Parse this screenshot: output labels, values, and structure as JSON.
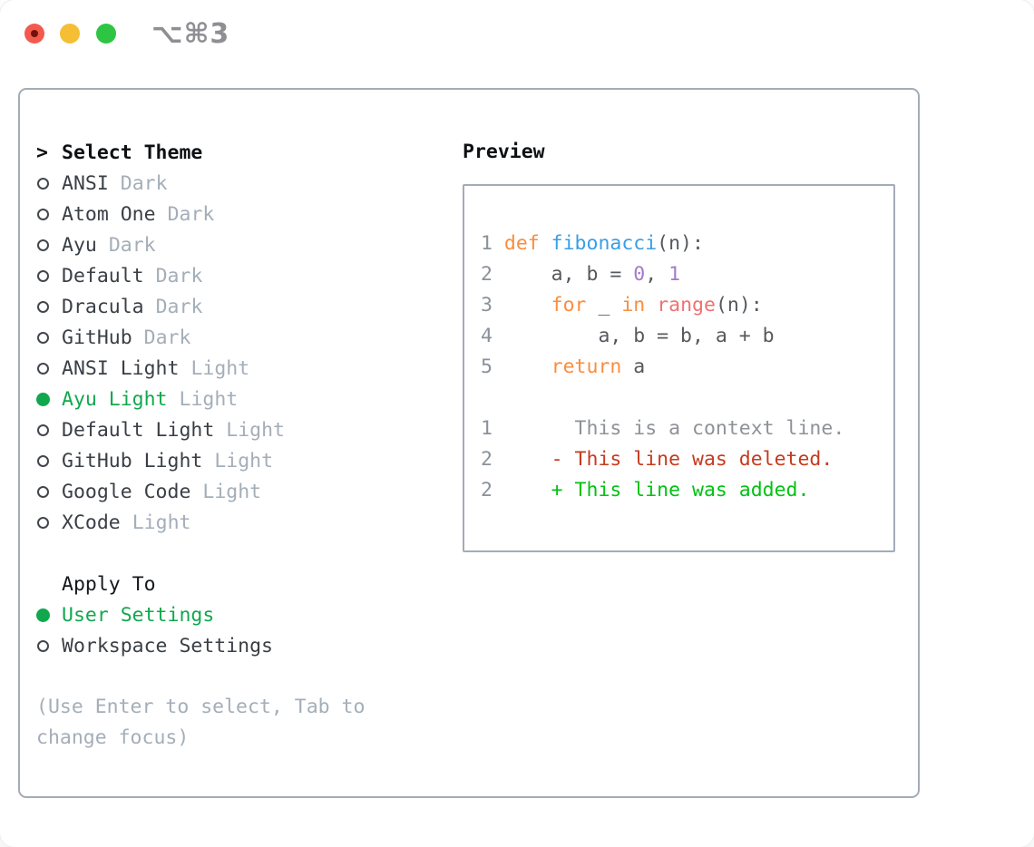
{
  "window": {
    "title": "⌥⌘3"
  },
  "titlebar": {
    "buttons": [
      "close",
      "minimize",
      "zoom"
    ]
  },
  "theme_picker": {
    "header": {
      "prefix": ">",
      "label": "Select Theme"
    },
    "themes": [
      {
        "name": "ANSI",
        "variant": "Dark",
        "selected": false
      },
      {
        "name": "Atom One",
        "variant": "Dark",
        "selected": false
      },
      {
        "name": "Ayu",
        "variant": "Dark",
        "selected": false
      },
      {
        "name": "Default",
        "variant": "Dark",
        "selected": false
      },
      {
        "name": "Dracula",
        "variant": "Dark",
        "selected": false
      },
      {
        "name": "GitHub",
        "variant": "Dark",
        "selected": false
      },
      {
        "name": "ANSI Light",
        "variant": "Light",
        "selected": false
      },
      {
        "name": "Ayu Light",
        "variant": "Light",
        "selected": true
      },
      {
        "name": "Default Light",
        "variant": "Light",
        "selected": false
      },
      {
        "name": "GitHub Light",
        "variant": "Light",
        "selected": false
      },
      {
        "name": "Google Code",
        "variant": "Light",
        "selected": false
      },
      {
        "name": "XCode",
        "variant": "Light",
        "selected": false
      }
    ],
    "apply_to": {
      "label": "Apply To",
      "options": [
        {
          "name": "User Settings",
          "selected": true
        },
        {
          "name": "Workspace Settings",
          "selected": false
        }
      ]
    },
    "help_lines": [
      "(Use Enter to select, Tab to",
      "change focus)"
    ]
  },
  "preview": {
    "label": "Preview",
    "code_lines": [
      [
        [
          "1 ",
          "gut"
        ],
        [
          "def ",
          "kw"
        ],
        [
          "fibonacci",
          "fn"
        ],
        [
          "(n):",
          "fg"
        ]
      ],
      [
        [
          "2 ",
          "gut"
        ],
        [
          "    a, b = ",
          "fg"
        ],
        [
          "0",
          "num"
        ],
        [
          ", ",
          "fg"
        ],
        [
          "1",
          "num"
        ]
      ],
      [
        [
          "3 ",
          "gut"
        ],
        [
          "    ",
          "fg"
        ],
        [
          "for",
          "kw"
        ],
        [
          " _ ",
          "fg"
        ],
        [
          "in",
          "kw"
        ],
        [
          " ",
          "fg"
        ],
        [
          "range",
          "call"
        ],
        [
          "(n):",
          "fg"
        ]
      ],
      [
        [
          "4 ",
          "gut"
        ],
        [
          "        a, b = b, a + b",
          "fg"
        ]
      ],
      [
        [
          "5 ",
          "gut"
        ],
        [
          "    ",
          "fg"
        ],
        [
          "return",
          "kw"
        ],
        [
          " a",
          "fg"
        ]
      ],
      [],
      [
        [
          "1 ",
          "gut"
        ],
        [
          "      This is a context line.",
          "ctx"
        ]
      ],
      [
        [
          "2 ",
          "gut"
        ],
        [
          "    - This line was deleted.",
          "del"
        ]
      ],
      [
        [
          "2 ",
          "gut"
        ],
        [
          "    + This line was added.",
          "add"
        ]
      ]
    ]
  },
  "colors": {
    "accent_green": "#10A84D",
    "added_green": "#00C213",
    "deleted_red": "#C63A1E",
    "keyword_orange": "#FA8D3E",
    "function_blue": "#399EE6",
    "number_purple": "#A37ACC",
    "builtin_coral": "#F07171",
    "code_foreground": "#55595E",
    "gutter_gray": "#8A9199",
    "context_gray": "#8E9298",
    "muted_gray": "#A4AEB9",
    "panel_border": "#A3ACB7",
    "traffic_red": "#F35A4E",
    "traffic_yellow": "#F6BE35",
    "traffic_green": "#2EC542"
  }
}
